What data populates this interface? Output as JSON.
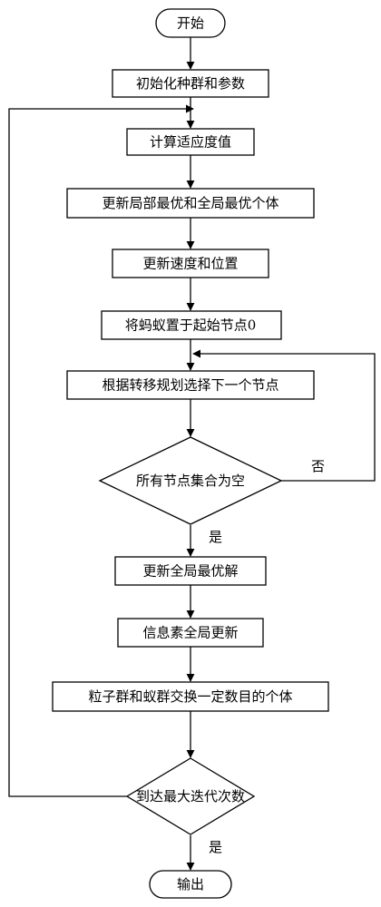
{
  "flowchart": {
    "start": "开始",
    "steps": [
      "初始化种群和参数",
      "计算适应度值",
      "更新局部最优和全局最优个体",
      "更新速度和位置",
      "将蚂蚁置于起始节点0",
      "根据转移规划选择下一个节点"
    ],
    "decision1": "所有节点集合为空",
    "decision1_no": "否",
    "decision1_yes": "是",
    "steps2": [
      "更新全局最优解",
      "信息素全局更新",
      "粒子群和蚁群交换一定数目的个体"
    ],
    "decision2": "到达最大迭代次数",
    "decision2_yes": "是",
    "end": "输出"
  }
}
